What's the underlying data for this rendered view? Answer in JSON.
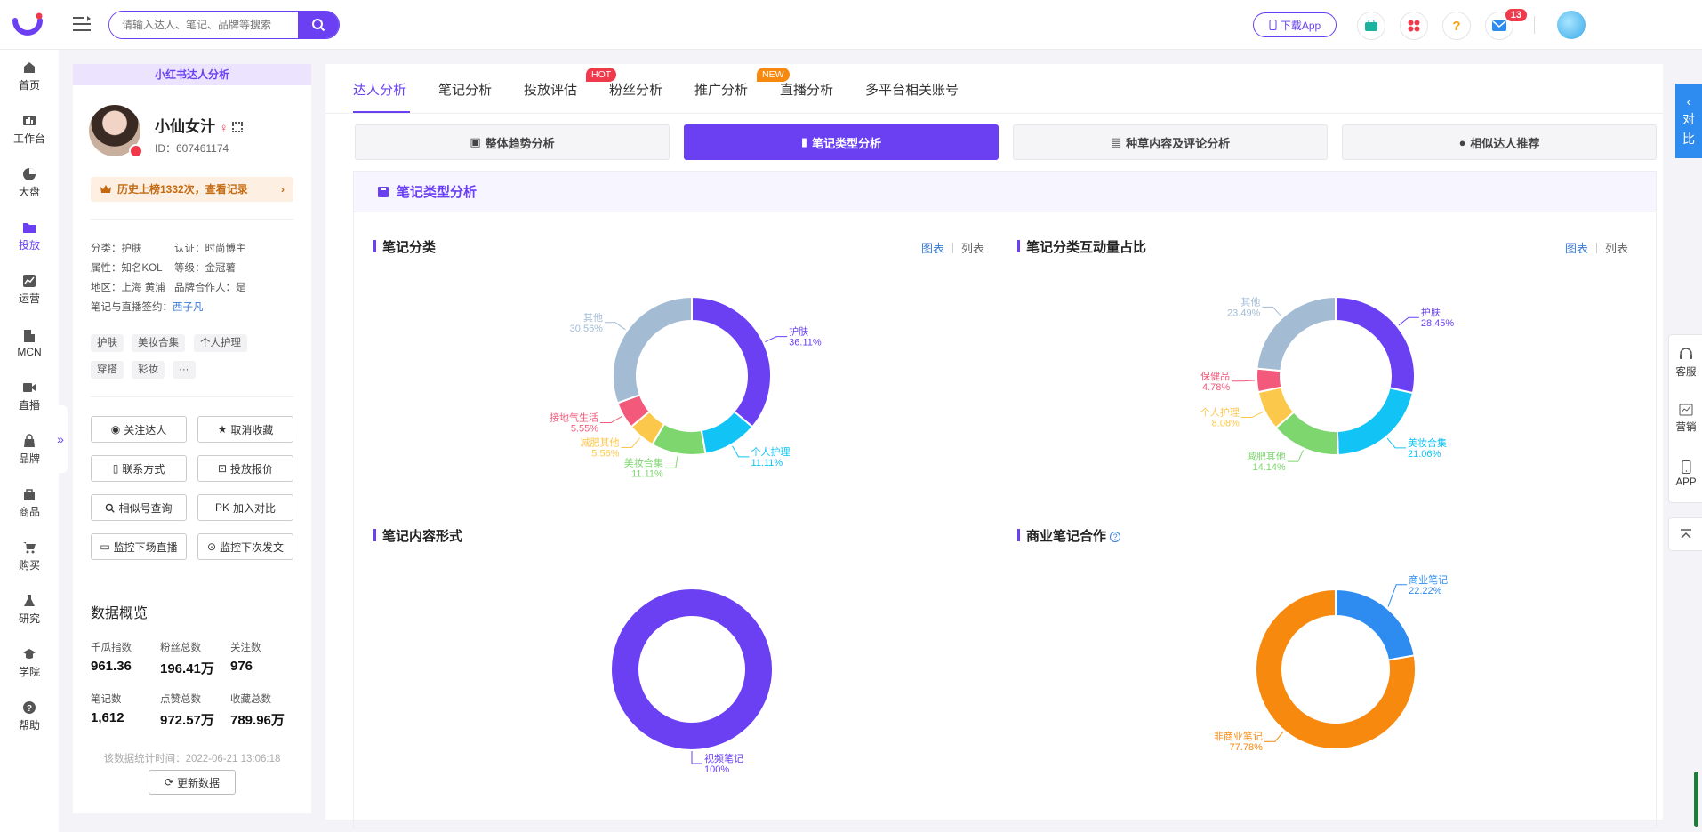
{
  "topbar": {
    "search_placeholder": "请输入达人、笔记、品牌等搜索",
    "download_app": "下载App",
    "message_count": "13"
  },
  "leftnav": {
    "items": [
      {
        "label": "首页",
        "icon": "home-icon"
      },
      {
        "label": "工作台",
        "icon": "workbench-icon"
      },
      {
        "label": "大盘",
        "icon": "pie-icon"
      },
      {
        "label": "投放",
        "icon": "folder-icon"
      },
      {
        "label": "运营",
        "icon": "chart-icon"
      },
      {
        "label": "MCN",
        "icon": "building-icon"
      },
      {
        "label": "直播",
        "icon": "video-icon"
      },
      {
        "label": "品牌",
        "icon": "brand-icon"
      },
      {
        "label": "商品",
        "icon": "bag-icon"
      },
      {
        "label": "购买",
        "icon": "cart-icon"
      },
      {
        "label": "研究",
        "icon": "flask-icon"
      },
      {
        "label": "学院",
        "icon": "graduation-icon"
      },
      {
        "label": "帮助",
        "icon": "help-icon"
      }
    ],
    "active_index": 3
  },
  "profile": {
    "panel_title": "小红书达人分析",
    "name": "小仙女汁",
    "id_text": "ID：607461174",
    "history": "历史上榜1332次，查看记录",
    "info": {
      "category": "分类：护肤",
      "certification": "认证：时尚博主",
      "attribute": "属性：知名KOL",
      "level": "等级：金冠薯",
      "region": "地区：上海 黄浦",
      "brand_partner": "品牌合作人：是",
      "signed_label": "笔记与直播签约：",
      "signed_value": "西子凡"
    },
    "tags": [
      "护肤",
      "美妆合集",
      "个人护理",
      "穿搭",
      "彩妆",
      "···"
    ],
    "actions": [
      "关注达人",
      "取消收藏",
      "联系方式",
      "投放报价",
      "相似号查询",
      "加入对比",
      "监控下场直播",
      "监控下次发文"
    ],
    "actions_icons": [
      "eye-icon",
      "star-icon",
      "phone-icon",
      "price-icon",
      "search-icon",
      "pk-icon",
      "live-monitor-icon",
      "location-icon"
    ],
    "pk_prefix": "PK",
    "overview_title": "数据概览",
    "stats": [
      {
        "label": "千瓜指数",
        "value": "961.36"
      },
      {
        "label": "粉丝总数",
        "value": "196.41万"
      },
      {
        "label": "关注数",
        "value": "976"
      },
      {
        "label": "笔记数",
        "value": "1,612"
      },
      {
        "label": "点赞总数",
        "value": "972.57万"
      },
      {
        "label": "收藏总数",
        "value": "789.96万"
      }
    ],
    "update_time": "该数据统计时间：2022-06-21 13:06:18",
    "update_button": "更新数据"
  },
  "tabs": [
    {
      "label": "达人分析",
      "badge": ""
    },
    {
      "label": "笔记分析",
      "badge": ""
    },
    {
      "label": "投放评估",
      "badge": "HOT"
    },
    {
      "label": "粉丝分析",
      "badge": ""
    },
    {
      "label": "推广分析",
      "badge": "NEW"
    },
    {
      "label": "直播分析",
      "badge": ""
    },
    {
      "label": "多平台相关账号",
      "badge": ""
    }
  ],
  "subtabs": [
    "整体趋势分析",
    "笔记类型分析",
    "种草内容及评论分析",
    "相似达人推荐"
  ],
  "section_title": "笔记类型分析",
  "view_switch": {
    "chart": "图表",
    "list": "列表"
  },
  "chart_data": [
    {
      "type": "pie",
      "title": "笔记分类",
      "labels": [
        "护肤",
        "个人护理",
        "美妆合集",
        "减肥其他",
        "接地气生活",
        "其他"
      ],
      "values": [
        36.11,
        11.11,
        11.11,
        5.56,
        5.55,
        30.56
      ],
      "value_labels": [
        "36.11%",
        "11.11%",
        "11.11%",
        "5.56%",
        "5.55%",
        "30.56%"
      ],
      "colors": [
        "#6a40f2",
        "#12c3f5",
        "#7ed66f",
        "#fcc84c",
        "#f2597a",
        "#a3bcd4"
      ]
    },
    {
      "type": "pie",
      "title": "笔记分类互动量占比",
      "labels": [
        "护肤",
        "美妆合集",
        "减肥其他",
        "个人护理",
        "保健品",
        "其他"
      ],
      "values": [
        28.45,
        21.06,
        14.14,
        8.08,
        4.78,
        23.49
      ],
      "value_labels": [
        "28.45%",
        "21.06%",
        "14.14%",
        "8.08%",
        "4.78%",
        "23.49%"
      ],
      "colors": [
        "#6a40f2",
        "#12c3f5",
        "#7ed66f",
        "#fcc84c",
        "#f2597a",
        "#a3bcd4"
      ]
    },
    {
      "type": "pie",
      "title": "笔记内容形式",
      "labels": [
        "视频笔记"
      ],
      "values": [
        100
      ],
      "value_labels": [
        "100%"
      ],
      "colors": [
        "#6a40f2"
      ]
    },
    {
      "type": "pie",
      "title": "商业笔记合作",
      "labels": [
        "商业笔记",
        "非商业笔记"
      ],
      "values": [
        22.22,
        77.78
      ],
      "value_labels": [
        "22.22%",
        "77.78%"
      ],
      "colors": [
        "#2e8cf0",
        "#f7890f"
      ]
    }
  ],
  "right_float": {
    "compare": [
      "对",
      "比"
    ],
    "items": [
      {
        "label": "客服",
        "icon": "headset-icon"
      },
      {
        "label": "营销",
        "icon": "trend-icon"
      },
      {
        "label": "APP",
        "icon": "mobile-icon"
      }
    ]
  }
}
